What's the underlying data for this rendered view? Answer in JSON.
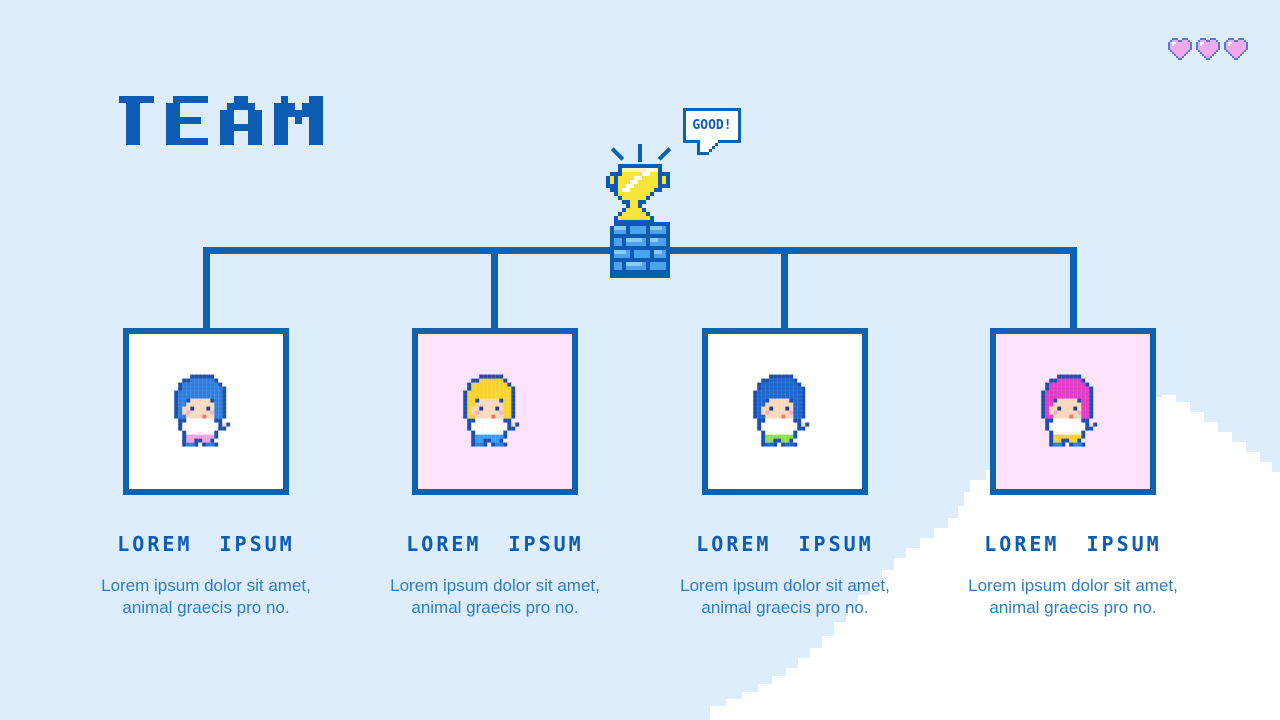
{
  "title": "TEAM",
  "decor": {
    "bubble_text": "GOOD!",
    "hearts": [
      {
        "color": "#f2a9ec"
      },
      {
        "color": "#f2a9ec"
      },
      {
        "color": "#f2a9ec"
      }
    ],
    "trophy": "pixel-trophy",
    "pedestal": "pixel-brick-pedestal",
    "cloud": "pixel-cloud"
  },
  "colors": {
    "background": "#ddedfb",
    "primary_blue": "#0a62b2",
    "body_text_blue": "#2d7ec6",
    "card_pink": "#fde3fc",
    "card_white": "#ffffff",
    "cloud_white": "#ffffff",
    "heart_pink": "#f2a9ec",
    "trophy_yellow": "#f8e43a",
    "brick_blue": "#4aa3ec"
  },
  "members": [
    {
      "heading": "LOREM IPSUM",
      "description_lines": [
        "Lorem ipsum dolor sit amet,",
        "animal graecis pro no."
      ],
      "card_bg": "#ffffff",
      "character": "girl-blue-hair",
      "sprite": {
        "hair": "#2e7ee0",
        "pants": "#f79fe3",
        "shoes": "#2e7ee0"
      }
    },
    {
      "heading": "LOREM IPSUM",
      "description_lines": [
        "Lorem ipsum dolor sit amet,",
        "animal graecis pro no."
      ],
      "card_bg": "#fde3fc",
      "character": "boy-blonde-hair",
      "sprite": {
        "hair": "#f7d42c",
        "pants": "#3b9df0",
        "shoes": "#2e7ee0"
      }
    },
    {
      "heading": "LOREM IPSUM",
      "description_lines": [
        "Lorem ipsum dolor sit amet,",
        "animal graecis pro no."
      ],
      "card_bg": "#ffffff",
      "character": "boy-blue-hair",
      "sprite": {
        "hair": "#1d66cf",
        "pants": "#8ede52",
        "shoes": "#1d66cf"
      }
    },
    {
      "heading": "LOREM IPSUM",
      "description_lines": [
        "Lorem ipsum dolor sit amet,",
        "animal graecis pro no."
      ],
      "card_bg": "#fde3fc",
      "character": "girl-magenta-hair",
      "sprite": {
        "hair": "#e23cc8",
        "pants": "#f7d12c",
        "shoes": "#2e7ee0"
      }
    }
  ]
}
